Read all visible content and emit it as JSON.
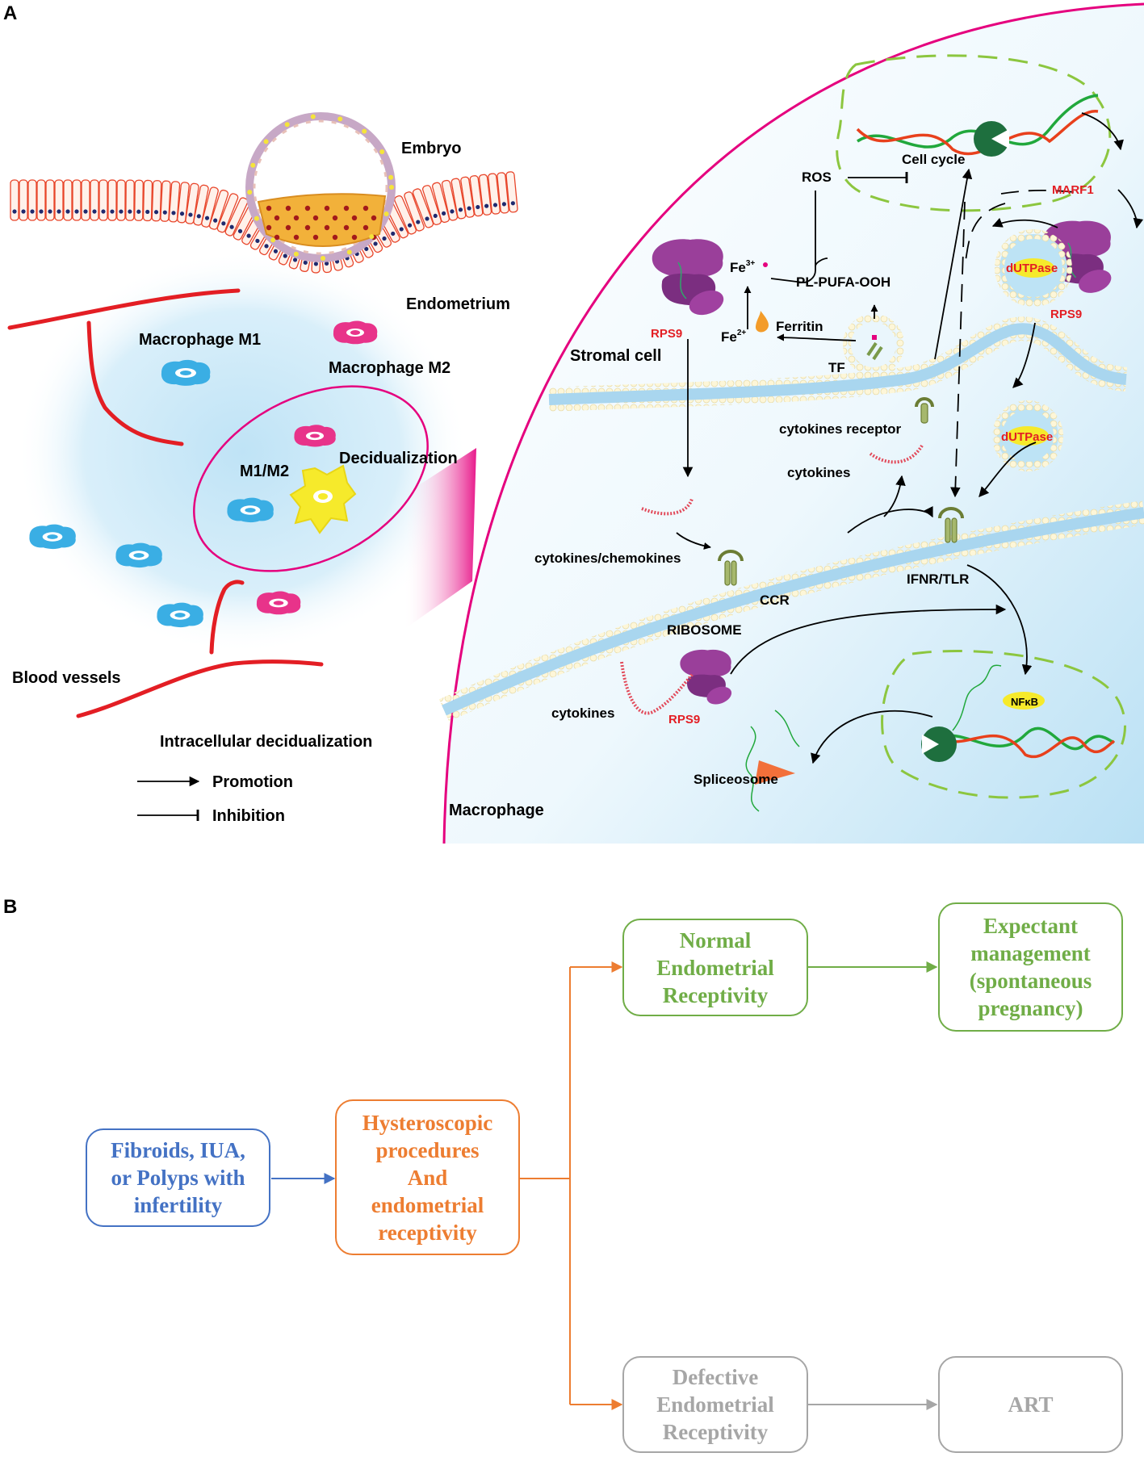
{
  "panel_a": {
    "letter": "A",
    "labels": {
      "embryo": "Embryo",
      "endometrium": "Endometrium",
      "macrophage_m1": "Macrophage M1",
      "macrophage_m2": "Macrophage M2",
      "m1m2": "M1/M2",
      "decidualization": "Decidualization",
      "blood_vessels": "Blood vessels",
      "intracellular": "Intracellular decidualization",
      "stromal_cell": "Stromal cell",
      "macrophage": "Macrophage",
      "ros": "ROS",
      "cell_cycle": "Cell cycle",
      "marf1": "MARF1",
      "fe3": "Fe",
      "fe3_sup": "3+",
      "fe2": "Fe",
      "fe2_sup": "2+",
      "pl_pufa": "PL-PUFA-OOH",
      "ferritin": "Ferritin",
      "tf": "TF",
      "rps9_top": "RPS9",
      "rps9_right": "RPS9",
      "rps9_bottom": "RPS9",
      "dutpase_1": "dUTPase",
      "dutpase_2": "dUTPase",
      "cytokines_receptor": "cytokines receptor",
      "cytokines_mid": "cytokines",
      "cytokines_chemokines": "cytokines/chemokines",
      "ccr": "CCR",
      "ifnr_tlr": "IFNR/TLR",
      "ribosome": "RIBOSOME",
      "cytokines_bottom": "cytokines",
      "nfkb": "NFκB",
      "spliceosome": "Spliceosome"
    },
    "legend": {
      "promotion": "Promotion",
      "inhibition": "Inhibition"
    },
    "colors": {
      "vessel": "#e31e24",
      "cell_boundary": "#e5007e",
      "m1_cell": "#3aaee4",
      "m2_cell": "#e8338a",
      "decidual_cell": "#f6ea2b",
      "dna_green": "#21a83c",
      "dna_red": "#e8401c",
      "ribosome": "#8e3a8e",
      "red_label": "#e31e24"
    }
  },
  "panel_b": {
    "letter": "B",
    "boxes": {
      "start": [
        "Fibroids, IUA,",
        "or Polyps with",
        "infertility"
      ],
      "procedure": [
        "Hysteroscopic",
        "procedures",
        "And",
        "endometrial",
        "receptivity"
      ],
      "normal": [
        "Normal",
        "Endometrial",
        "Receptivity"
      ],
      "expectant": [
        "Expectant",
        "management",
        "(spontaneous",
        "pregnancy)"
      ],
      "defective": [
        "Defective",
        "Endometrial",
        "Receptivity"
      ],
      "art": [
        "ART"
      ]
    },
    "colors": {
      "blue": "#4472c4",
      "orange": "#ed7d31",
      "green": "#70ad47",
      "gray": "#a6a6a6"
    }
  }
}
